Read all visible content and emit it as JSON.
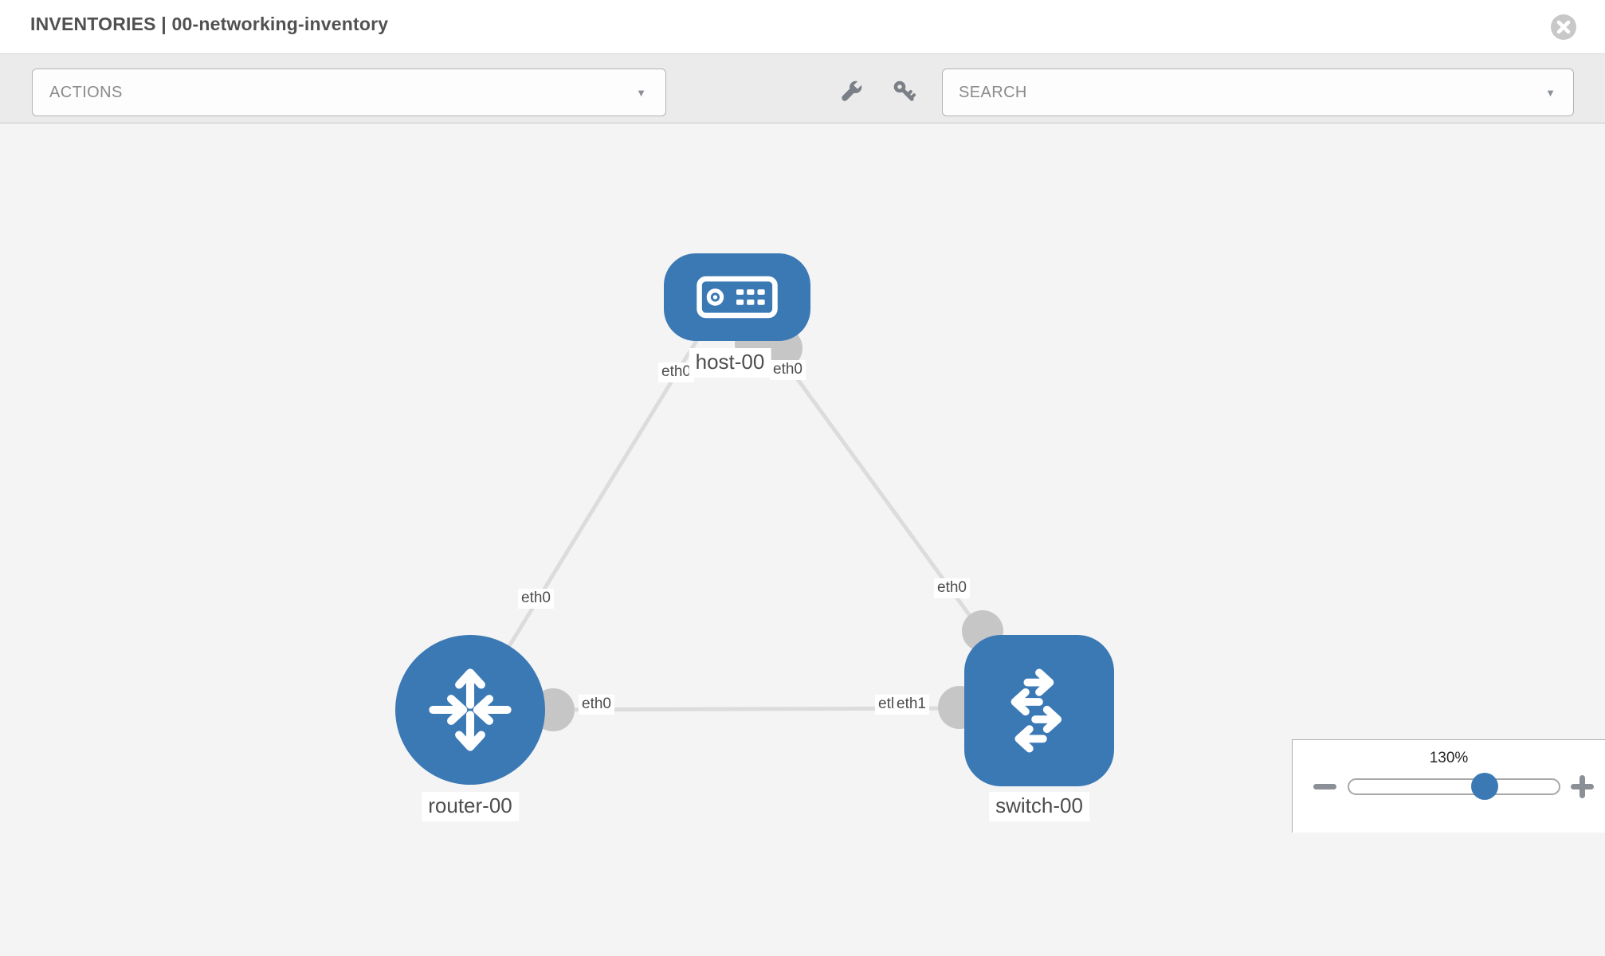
{
  "header": {
    "title": "INVENTORIES | 00-networking-inventory"
  },
  "toolbar": {
    "actions_label": "ACTIONS",
    "search_label": "SEARCH",
    "icons": [
      "wrench-icon",
      "key-icon"
    ]
  },
  "topology": {
    "nodes": [
      {
        "id": "host-00",
        "label": "host-00",
        "type": "host",
        "icon": "server-icon"
      },
      {
        "id": "router-00",
        "label": "router-00",
        "type": "router",
        "icon": "router-arrows-icon"
      },
      {
        "id": "switch-00",
        "label": "switch-00",
        "type": "switch",
        "icon": "switch-arrows-icon"
      }
    ],
    "links": [
      {
        "from": "host-00",
        "to": "router-00",
        "from_label": "eth0",
        "to_label": "eth0"
      },
      {
        "from": "host-00",
        "to": "switch-00",
        "from_label": "eth0",
        "to_label": "eth0"
      },
      {
        "from": "router-00",
        "to": "switch-00",
        "from_label": "eth0",
        "to_label": "eth1",
        "to_label_obscured": "eth0"
      }
    ]
  },
  "zoom_control": {
    "level": "130%"
  },
  "colors": {
    "node_blue": "#3b79b5",
    "link_gray": "#dcdcdc",
    "connector_gray": "#c6c6c6",
    "canvas_bg": "#f4f4f4",
    "toolbar_bg": "#ebebeb",
    "icon_gray": "#7b7f87",
    "label_text": "#4d4d4d"
  }
}
